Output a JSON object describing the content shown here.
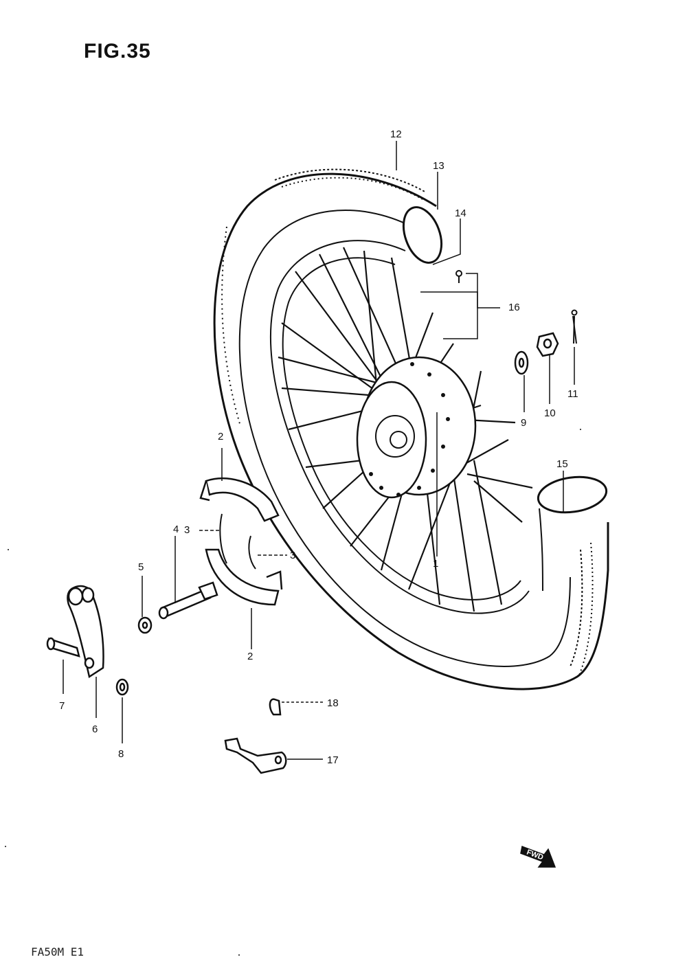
{
  "figure": {
    "title": "FIG.35",
    "footer_code": "FA50M E1",
    "direction_tag": "FWD"
  },
  "callouts": [
    {
      "id": "12",
      "label": "12"
    },
    {
      "id": "13",
      "label": "13"
    },
    {
      "id": "14",
      "label": "14"
    },
    {
      "id": "16",
      "label": "16"
    },
    {
      "id": "11",
      "label": "11"
    },
    {
      "id": "10",
      "label": "10"
    },
    {
      "id": "9",
      "label": "9"
    },
    {
      "id": "15",
      "label": "15"
    },
    {
      "id": "2a",
      "label": "2"
    },
    {
      "id": "3a",
      "label": "3"
    },
    {
      "id": "3b",
      "label": "3"
    },
    {
      "id": "4",
      "label": "4"
    },
    {
      "id": "5",
      "label": "5"
    },
    {
      "id": "1",
      "label": "1"
    },
    {
      "id": "2b",
      "label": "2"
    },
    {
      "id": "7",
      "label": "7"
    },
    {
      "id": "6",
      "label": "6"
    },
    {
      "id": "8",
      "label": "8"
    },
    {
      "id": "18",
      "label": "18"
    },
    {
      "id": "17",
      "label": "17"
    }
  ]
}
